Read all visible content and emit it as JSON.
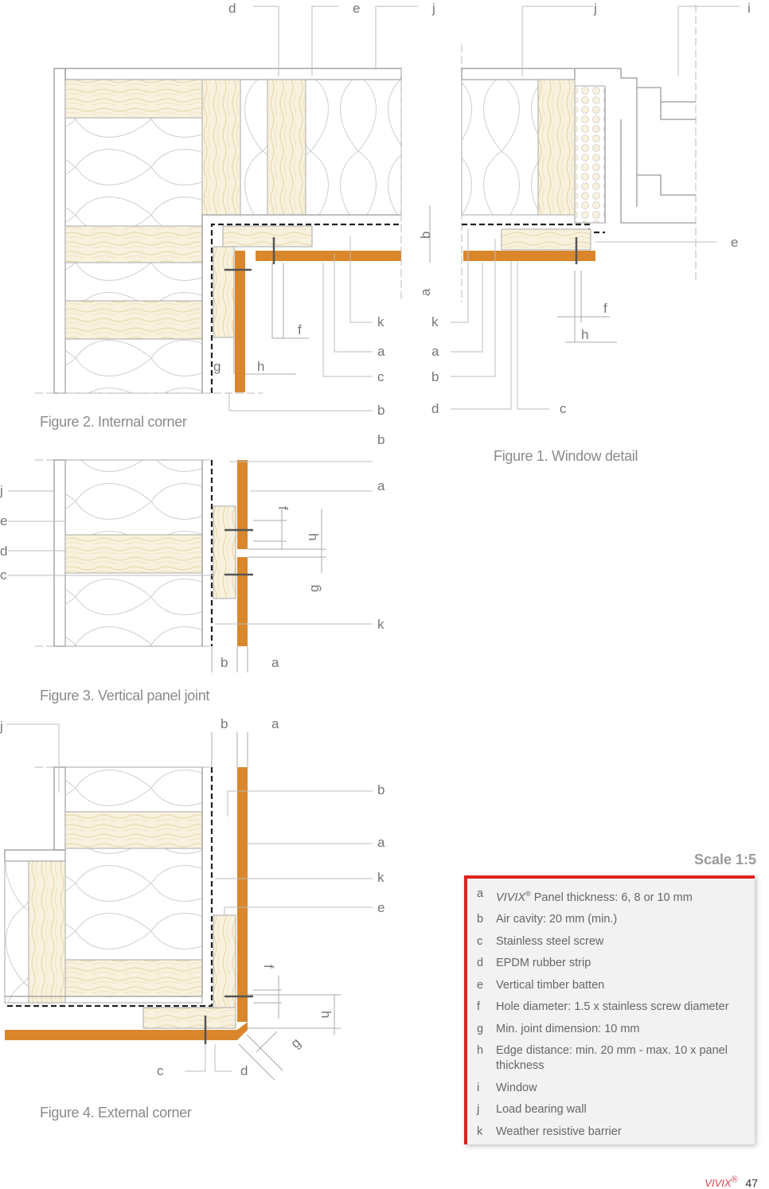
{
  "figures": {
    "fig1": {
      "caption": "Figure 1. Window detail",
      "labels": {
        "d_top": "d",
        "e_top": "e",
        "j_top_left": "j",
        "j_top_right": "j",
        "i_top": "i",
        "e_right": "e",
        "b_vert": "b",
        "a_vert": "a",
        "f": "f",
        "h": "h",
        "k": "k",
        "a": "a",
        "b": "b",
        "d": "d",
        "c": "c"
      }
    },
    "fig2": {
      "caption": "Figure 2. Internal corner",
      "labels": {
        "k": "k",
        "a": "a",
        "c": "c",
        "b": "b",
        "f": "f",
        "g": "g",
        "h": "h"
      }
    },
    "fig3": {
      "caption": "Figure 3. Vertical panel joint",
      "labels": {
        "b_top": "b",
        "a": "a",
        "k": "k",
        "j": "j",
        "e": "e",
        "d": "d",
        "c": "c",
        "f": "f",
        "h": "h",
        "g": "g",
        "b_bottom": "b",
        "a_bottom": "a"
      }
    },
    "fig4": {
      "caption": "Figure 4. External corner",
      "labels": {
        "j": "j",
        "b_top": "b",
        "a_top": "a",
        "b": "b",
        "a": "a",
        "k": "k",
        "e": "e",
        "f": "f",
        "h": "h",
        "g": "g",
        "c": "c",
        "d": "d"
      }
    }
  },
  "scale": "Scale 1:5",
  "legend": [
    {
      "key": "a",
      "brand": "VIVIX",
      "reg": "®",
      "text": " Panel thickness: 6, 8 or 10 mm"
    },
    {
      "key": "b",
      "text": "Air cavity: 20 mm (min.)"
    },
    {
      "key": "c",
      "text": "Stainless steel screw"
    },
    {
      "key": "d",
      "text": "EPDM rubber strip"
    },
    {
      "key": "e",
      "text": "Vertical timber batten"
    },
    {
      "key": "f",
      "text": "Hole diameter: 1.5 x stainless screw diameter"
    },
    {
      "key": "g",
      "text": "Min. joint dimension: 10 mm"
    },
    {
      "key": "h",
      "text": "Edge distance: min. 20 mm - max. 10 x panel thickness"
    },
    {
      "key": "i",
      "text": "Window"
    },
    {
      "key": "j",
      "text": "Load bearing wall"
    },
    {
      "key": "k",
      "text": "Weather resistive barrier"
    }
  ],
  "footer": {
    "brand": "VIVIX",
    "reg": "®",
    "page": "47"
  },
  "colors": {
    "panel": "#d9862d",
    "timber": "#f7efd9",
    "grain": "#e3cf98",
    "accent_red": "#e02020"
  }
}
